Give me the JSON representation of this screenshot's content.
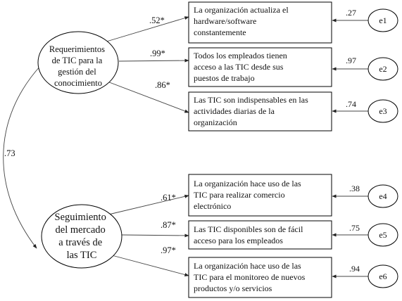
{
  "latents": [
    {
      "lines": [
        "Requerimientos",
        "de TIC para la",
        "gestión del",
        "conocimiento"
      ]
    },
    {
      "lines": [
        "Seguimiento",
        "del mercado",
        "a través de",
        "las TIC"
      ]
    }
  ],
  "correlation": ".73",
  "indicators": [
    {
      "lines": [
        "La organización actualiza el",
        "hardware/software",
        "constantemente"
      ],
      "loading": ".52*",
      "error": "e1",
      "error_value": ".27"
    },
    {
      "lines": [
        "Todos los empleados tienen",
        "acceso a las TIC desde sus",
        "puestos de trabajo"
      ],
      "loading": ".99*",
      "error": "e2",
      "error_value": ".97"
    },
    {
      "lines": [
        "Las TIC son indispensables en las",
        "actividades diarias de la",
        "organización"
      ],
      "loading": ".86*",
      "error": "e3",
      "error_value": ".74"
    },
    {
      "lines": [
        "La organización hace uso de las",
        "TIC para realizar comercio",
        "electrónico"
      ],
      "loading": ".61*",
      "error": "e4",
      "error_value": ".38"
    },
    {
      "lines": [
        "Las TIC disponibles son de fácil",
        "acceso para los empleados"
      ],
      "loading": ".87*",
      "error": "e5",
      "error_value": ".75"
    },
    {
      "lines": [
        "La organización hace uso de las",
        "TIC para el monitoreo de nuevos",
        "productos y/o servicios"
      ],
      "loading": ".97*",
      "error": "e6",
      "error_value": ".94"
    }
  ]
}
